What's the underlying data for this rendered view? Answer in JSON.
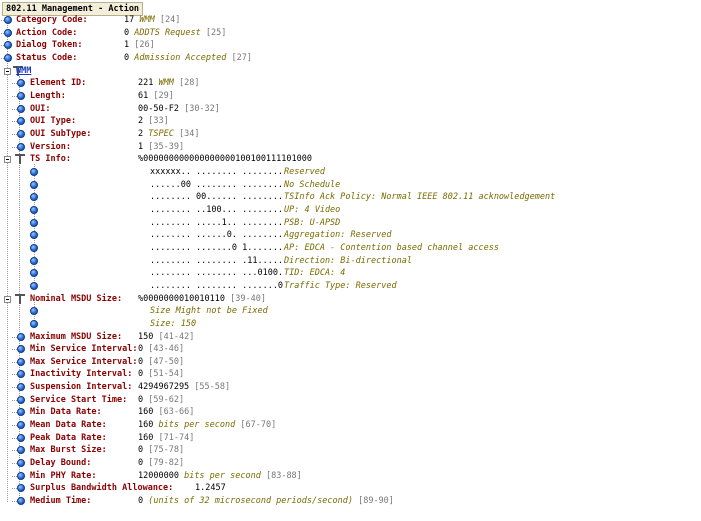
{
  "header": "802.11 Management - Action",
  "top_fields": [
    {
      "label": "Category Code:",
      "value": "17",
      "desc": "WMM",
      "range": "[24]"
    },
    {
      "label": "Action Code:",
      "value": "0",
      "desc": "ADDTS Request",
      "range": "[25]"
    },
    {
      "label": "Dialog Token:",
      "value": "1",
      "desc": "",
      "range": "[26]"
    },
    {
      "label": "Status Code:",
      "value": "0",
      "desc": "Admission Accepted",
      "range": "[27]"
    }
  ],
  "wmm_node": "WMM",
  "wmm_fields": [
    {
      "label": "Element ID:",
      "value": "221",
      "desc": "WMM",
      "range": "[28]"
    },
    {
      "label": "Length:",
      "value": "61",
      "desc": "",
      "range": "[29]"
    },
    {
      "label": "OUI:",
      "value": "00-50-F2",
      "desc": "",
      "range": "[30-32]"
    },
    {
      "label": "OUI Type:",
      "value": "2",
      "desc": "",
      "range": "[33]"
    },
    {
      "label": "OUI SubType:",
      "value": "2",
      "desc": "TSPEC",
      "range": "[34]"
    },
    {
      "label": "Version:",
      "value": "1",
      "desc": "",
      "range": "[35-39]"
    }
  ],
  "ts_info": {
    "label": "TS Info:",
    "value": "%000000000000000000100100111101000",
    "bits": [
      {
        "mask": "xxxxxx.. ........ ........",
        "desc": "Reserved"
      },
      {
        "mask": "......00 ........ ........",
        "desc": "No Schedule"
      },
      {
        "mask": "........ 00...... ........",
        "desc": "TSInfo Ack Policy: Normal IEEE 802.11 acknowledgement"
      },
      {
        "mask": "........ ..100... ........",
        "desc": "UP: 4 Video"
      },
      {
        "mask": "........ .....1.. ........",
        "desc": "PSB: U-APSD"
      },
      {
        "mask": "........ ......0. ........",
        "desc": "Aggregation: Reserved"
      },
      {
        "mask": "........ .......0 1.......",
        "desc": "AP: EDCA - Contention based channel access"
      },
      {
        "mask": "........ ........ .11.....",
        "desc": "Direction: Bi-directional"
      },
      {
        "mask": "........ ........ ...0100.",
        "desc": "TID: EDCA: 4"
      },
      {
        "mask": "........ ........ .......0",
        "desc": "Traffic Type: Reserved"
      }
    ]
  },
  "msdu": {
    "label": "Nominal MSDU Size:",
    "value": "%0000000010010110",
    "range": "[39-40]",
    "notes": [
      "Size Might not be Fixed",
      "Size: 150"
    ]
  },
  "bottom_fields": [
    {
      "label": "Maximum MSDU Size:",
      "value": "150",
      "desc": "",
      "range": "[41-42]"
    },
    {
      "label": "Min Service Interval:",
      "value": "0",
      "desc": "",
      "range": "[43-46]"
    },
    {
      "label": "Max Service Interval:",
      "value": "0",
      "desc": "",
      "range": "[47-50]"
    },
    {
      "label": "Inactivity Interval:",
      "value": "0",
      "desc": "",
      "range": "[51-54]"
    },
    {
      "label": "Suspension Interval:",
      "value": "4294967295",
      "desc": "",
      "range": "[55-58]"
    },
    {
      "label": "Service Start Time:",
      "value": "0",
      "desc": "",
      "range": "[59-62]"
    },
    {
      "label": "Min Data Rate:",
      "value": "160",
      "desc": "",
      "range": "[63-66]"
    },
    {
      "label": "Mean Data Rate:",
      "value": "160",
      "desc": "bits per second",
      "range": "[67-70]"
    },
    {
      "label": "Peak Data Rate:",
      "value": "160",
      "desc": "",
      "range": "[71-74]"
    },
    {
      "label": "Max Burst Size:",
      "value": "0",
      "desc": "",
      "range": "[75-78]"
    },
    {
      "label": "Delay Bound:",
      "value": "0",
      "desc": "",
      "range": "[79-82]"
    },
    {
      "label": "Min PHY Rate:",
      "value": "12000000",
      "desc": "bits per second",
      "range": "[83-88]"
    },
    {
      "label": "Surplus Bandwidth Allowance:",
      "value": "1.2457",
      "desc": "",
      "range": ""
    },
    {
      "label": "Medium Time:",
      "value": "0",
      "desc": "(units of 32 microsecond periods/second)",
      "range": "[89-90]"
    }
  ]
}
